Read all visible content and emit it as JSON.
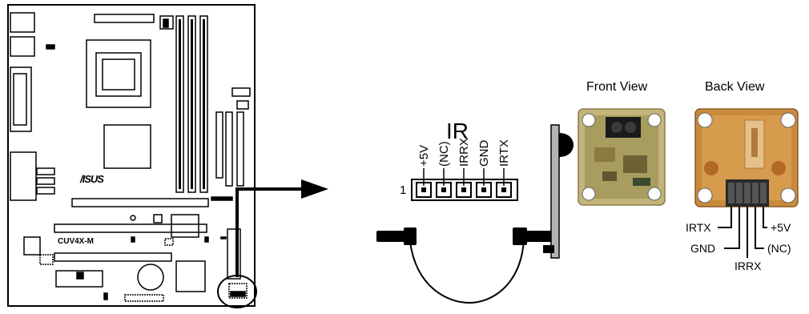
{
  "header_title": "IR",
  "board": {
    "brand": "/ISUS",
    "model": "CUV4X-M"
  },
  "pins": [
    {
      "label": "+5V"
    },
    {
      "label": "(NC)"
    },
    {
      "label": "IRRX"
    },
    {
      "label": "GND"
    },
    {
      "label": "IRTX"
    }
  ],
  "pin_one_label": "1",
  "module_views": {
    "front_label": "Front View",
    "back_label": "Back View"
  },
  "back_pin_labels": {
    "irtx": "IRTX",
    "gnd": "GND",
    "irrx": "IRRX",
    "plus5v": "+5V",
    "nc": "(NC)"
  },
  "colors": {
    "line": "#000000",
    "pcb_front": "#c2b47a",
    "pcb_back": "#c98a3c",
    "background": "#ffffff"
  }
}
